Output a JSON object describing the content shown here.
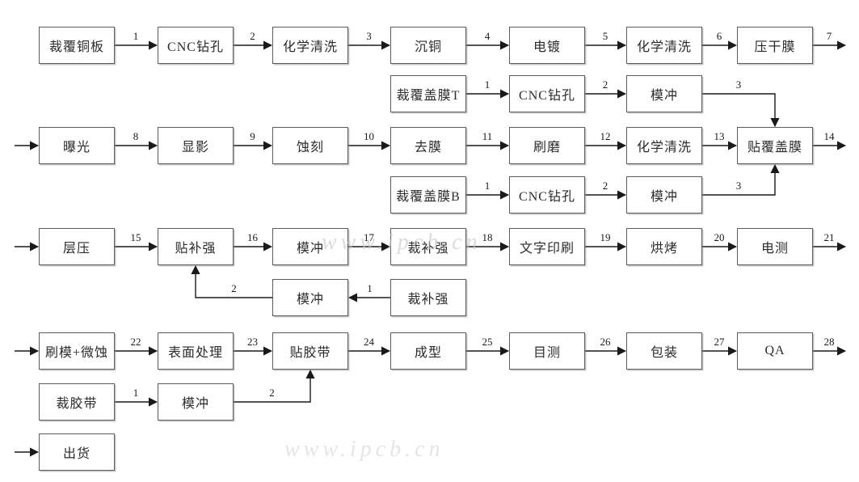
{
  "diagram": {
    "title": "FPC/PCB manufacturing process flowchart",
    "colors": {
      "background": "#ffffff",
      "box_border": "#5c5c5c",
      "box_fill": "#ffffff",
      "text": "#2b2b2b",
      "line": "#1a1a1a",
      "watermark": "#c6c6c6"
    },
    "watermark": {
      "text": "www.ipcb.cn"
    },
    "nodes": [
      {
        "id": "cut-copper-clad",
        "label": "裁覆铜板",
        "row": 1,
        "col": "A"
      },
      {
        "id": "cnc-drill-1",
        "label": "CNC钻孔",
        "row": 1,
        "col": "B"
      },
      {
        "id": "chem-clean-1",
        "label": "化学清洗",
        "row": 1,
        "col": "C"
      },
      {
        "id": "copper-deposition",
        "label": "沉铜",
        "row": 1,
        "col": "D"
      },
      {
        "id": "electroplating",
        "label": "电镀",
        "row": 1,
        "col": "E"
      },
      {
        "id": "chem-clean-2",
        "label": "化学清洗",
        "row": 1,
        "col": "F"
      },
      {
        "id": "dry-film-press",
        "label": "压干膜",
        "row": 1,
        "col": "G"
      },
      {
        "id": "cut-coverlay-t",
        "label": "裁覆盖膜T",
        "row": 2,
        "col": "D"
      },
      {
        "id": "cnc-drill-2",
        "label": "CNC钻孔",
        "row": 2,
        "col": "E"
      },
      {
        "id": "punch-t",
        "label": "模冲",
        "row": 2,
        "col": "F"
      },
      {
        "id": "exposure",
        "label": "曝光",
        "row": 3,
        "col": "A"
      },
      {
        "id": "developing",
        "label": "显影",
        "row": 3,
        "col": "B"
      },
      {
        "id": "etching",
        "label": "蚀刻",
        "row": 3,
        "col": "C"
      },
      {
        "id": "strip-film",
        "label": "去膜",
        "row": 3,
        "col": "D"
      },
      {
        "id": "brush-grind",
        "label": "刷磨",
        "row": 3,
        "col": "E"
      },
      {
        "id": "chem-clean-3",
        "label": "化学清洗",
        "row": 3,
        "col": "F"
      },
      {
        "id": "coverlay-lam",
        "label": "贴覆盖膜",
        "row": 3,
        "col": "G"
      },
      {
        "id": "cut-coverlay-b",
        "label": "裁覆盖膜B",
        "row": 4,
        "col": "D"
      },
      {
        "id": "cnc-drill-3",
        "label": "CNC钻孔",
        "row": 4,
        "col": "E"
      },
      {
        "id": "punch-b",
        "label": "模冲",
        "row": 4,
        "col": "F"
      },
      {
        "id": "lamination",
        "label": "层压",
        "row": 5,
        "col": "A"
      },
      {
        "id": "attach-stiffener",
        "label": "贴补强",
        "row": 5,
        "col": "B"
      },
      {
        "id": "punch-5",
        "label": "模冲",
        "row": 5,
        "col": "C"
      },
      {
        "id": "cut-stiffener-5",
        "label": "裁补强",
        "row": 5,
        "col": "D"
      },
      {
        "id": "legend-print",
        "label": "文字印刷",
        "row": 5,
        "col": "E"
      },
      {
        "id": "baking",
        "label": "烘烤",
        "row": 5,
        "col": "F"
      },
      {
        "id": "e-test",
        "label": "电测",
        "row": 5,
        "col": "G"
      },
      {
        "id": "punch-6",
        "label": "模冲",
        "row": 6,
        "col": "C"
      },
      {
        "id": "cut-stiffener-6",
        "label": "裁补强",
        "row": 6,
        "col": "D"
      },
      {
        "id": "brush-microetch",
        "label": "刷模+微蚀",
        "row": 7,
        "col": "A"
      },
      {
        "id": "surface-finish",
        "label": "表面处理",
        "row": 7,
        "col": "B"
      },
      {
        "id": "attach-tape",
        "label": "贴胶带",
        "row": 7,
        "col": "C"
      },
      {
        "id": "forming",
        "label": "成型",
        "row": 7,
        "col": "D"
      },
      {
        "id": "visual-inspect",
        "label": "目测",
        "row": 7,
        "col": "E"
      },
      {
        "id": "packing",
        "label": "包装",
        "row": 7,
        "col": "F"
      },
      {
        "id": "qa",
        "label": "QA",
        "row": 7,
        "col": "G"
      },
      {
        "id": "cut-tape",
        "label": "裁胶带",
        "row": 8,
        "col": "A"
      },
      {
        "id": "punch-8",
        "label": "模冲",
        "row": 8,
        "col": "B"
      },
      {
        "id": "shipment",
        "label": "出货",
        "row": 9,
        "col": "A"
      }
    ],
    "edges": [
      {
        "type": "h",
        "from": "cut-copper-clad",
        "to": "cnc-drill-1",
        "label": "1"
      },
      {
        "type": "h",
        "from": "cnc-drill-1",
        "to": "chem-clean-1",
        "label": "2"
      },
      {
        "type": "h",
        "from": "chem-clean-1",
        "to": "copper-deposition",
        "label": "3"
      },
      {
        "type": "h",
        "from": "copper-deposition",
        "to": "electroplating",
        "label": "4"
      },
      {
        "type": "h",
        "from": "electroplating",
        "to": "chem-clean-2",
        "label": "5"
      },
      {
        "type": "h",
        "from": "chem-clean-2",
        "to": "dry-film-press",
        "label": "6"
      },
      {
        "type": "exit",
        "from": "dry-film-press",
        "label": "7"
      },
      {
        "type": "h",
        "from": "cut-coverlay-t",
        "to": "cnc-drill-2",
        "label": "1"
      },
      {
        "type": "h",
        "from": "cnc-drill-2",
        "to": "punch-t",
        "label": "2"
      },
      {
        "type": "elbow",
        "side": "top",
        "from": "punch-t",
        "to": "coverlay-lam",
        "label": "3"
      },
      {
        "type": "entry",
        "to": "exposure"
      },
      {
        "type": "h",
        "from": "exposure",
        "to": "developing",
        "label": "8"
      },
      {
        "type": "h",
        "from": "developing",
        "to": "etching",
        "label": "9"
      },
      {
        "type": "h",
        "from": "etching",
        "to": "strip-film",
        "label": "10"
      },
      {
        "type": "h",
        "from": "strip-film",
        "to": "brush-grind",
        "label": "11"
      },
      {
        "type": "h",
        "from": "brush-grind",
        "to": "chem-clean-3",
        "label": "12"
      },
      {
        "type": "h",
        "from": "chem-clean-3",
        "to": "coverlay-lam",
        "label": "13"
      },
      {
        "type": "exit",
        "from": "coverlay-lam",
        "label": "14"
      },
      {
        "type": "h",
        "from": "cut-coverlay-b",
        "to": "cnc-drill-3",
        "label": "1"
      },
      {
        "type": "h",
        "from": "cnc-drill-3",
        "to": "punch-b",
        "label": "2"
      },
      {
        "type": "elbow",
        "side": "bottom",
        "from": "punch-b",
        "to": "coverlay-lam",
        "label": "3"
      },
      {
        "type": "entry",
        "to": "lamination"
      },
      {
        "type": "h",
        "from": "lamination",
        "to": "attach-stiffener",
        "label": "15"
      },
      {
        "type": "h",
        "from": "attach-stiffener",
        "to": "punch-5",
        "label": "16"
      },
      {
        "type": "h",
        "from": "punch-5",
        "to": "cut-stiffener-5",
        "label": "17"
      },
      {
        "type": "h",
        "from": "cut-stiffener-5",
        "to": "legend-print",
        "label": "18"
      },
      {
        "type": "h",
        "from": "legend-print",
        "to": "baking",
        "label": "19"
      },
      {
        "type": "h",
        "from": "baking",
        "to": "e-test",
        "label": "20"
      },
      {
        "type": "exit",
        "from": "e-test",
        "label": "21"
      },
      {
        "type": "h",
        "from": "cut-stiffener-6",
        "to": "punch-6",
        "label": "1"
      },
      {
        "type": "elbow",
        "side": "bottom",
        "from": "punch-6",
        "to": "attach-stiffener",
        "label": "2"
      },
      {
        "type": "entry",
        "to": "brush-microetch"
      },
      {
        "type": "h",
        "from": "brush-microetch",
        "to": "surface-finish",
        "label": "22"
      },
      {
        "type": "h",
        "from": "surface-finish",
        "to": "attach-tape",
        "label": "23"
      },
      {
        "type": "h",
        "from": "attach-tape",
        "to": "forming",
        "label": "24"
      },
      {
        "type": "h",
        "from": "forming",
        "to": "visual-inspect",
        "label": "25"
      },
      {
        "type": "h",
        "from": "visual-inspect",
        "to": "packing",
        "label": "26"
      },
      {
        "type": "h",
        "from": "packing",
        "to": "qa",
        "label": "27"
      },
      {
        "type": "exit",
        "from": "qa",
        "label": "28"
      },
      {
        "type": "h",
        "from": "cut-tape",
        "to": "punch-8",
        "label": "1"
      },
      {
        "type": "elbow",
        "side": "bottom",
        "from": "punch-8",
        "to": "attach-tape",
        "label": "2"
      },
      {
        "type": "entry",
        "to": "shipment"
      }
    ]
  }
}
